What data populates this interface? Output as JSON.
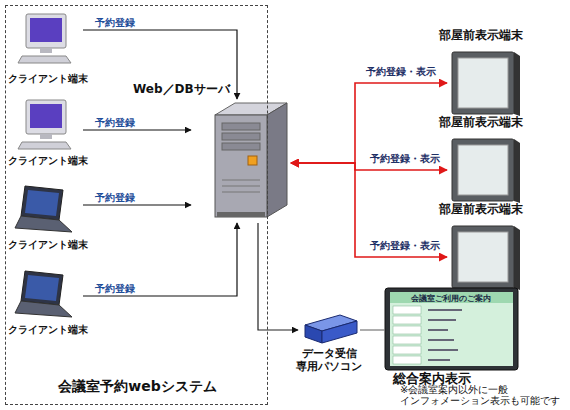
{
  "diagram": {
    "nodes": [
      {
        "text": [
          "会議室予約webシステム"
        ]
      },
      {
        "text": [
          "クライアント端末"
        ],
        "in": 0
      },
      {
        "text": [
          "クライアント端末"
        ],
        "in": 0
      },
      {
        "text": [
          "クライアント端末"
        ],
        "in": 0
      },
      {
        "text": [
          "クライアント端末"
        ],
        "in": 0
      },
      {
        "text": [
          "Web／DBサーバ"
        ],
        "in": 0
      },
      {
        "text": [
          "部屋前表示端末"
        ]
      },
      {
        "text": [
          "部屋前表示端末"
        ]
      },
      {
        "text": [
          "部屋前表示端末"
        ]
      },
      {
        "text": [
          "データ受信 専用パソコン"
        ]
      },
      {
        "text": [
          "総合案内表示",
          "※会議室案内以外に一般 インフォメーション表示も可能です"
        ]
      }
    ],
    "edges": [
      {
        "from": 1,
        "to": 5,
        "label": "予約登録",
        "arrow": "to"
      },
      {
        "from": 2,
        "to": 5,
        "label": "予約登録",
        "arrow": "to"
      },
      {
        "from": 3,
        "to": 5,
        "label": "予約登録",
        "arrow": "to"
      },
      {
        "from": 4,
        "to": 5,
        "label": "予約登録",
        "arrow": "to"
      },
      {
        "from": 5,
        "to": 6,
        "label": "予約登録・表示",
        "arrow": "both"
      },
      {
        "from": 5,
        "to": 7,
        "label": "予約登録・表示",
        "arrow": "both"
      },
      {
        "from": 5,
        "to": 8,
        "label": "予約登録・表示",
        "arrow": "both"
      },
      {
        "from": 5,
        "to": 9,
        "arrow": "to"
      },
      {
        "from": 9,
        "to": 10,
        "arrow": "none"
      }
    ],
    "labels": [
      "会議室ご利用のご案内"
    ]
  }
}
